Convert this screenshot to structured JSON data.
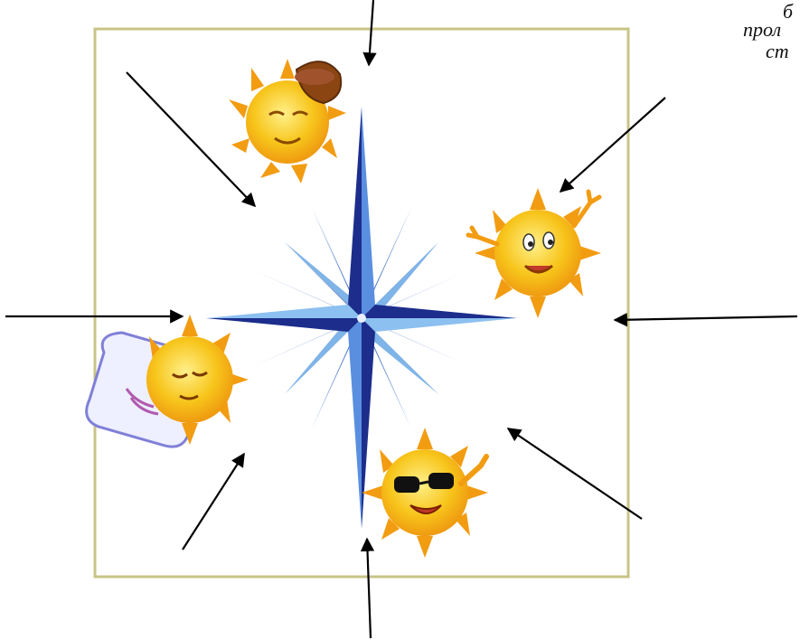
{
  "cutoff_text": {
    "line1": "б",
    "line2": "прол",
    "line3": "ст"
  },
  "colors": {
    "frame_border": "#c8c486",
    "star_dark": "#1c2d8c",
    "star_light": "#7fb4e8",
    "sun_body": "#f7c51b",
    "sun_rays": "#f29c12",
    "arrow": "#000000"
  },
  "illustration": {
    "subject": "compass-rose-with-suns",
    "suns": [
      "sun-with-hat-icon",
      "waving-sun-icon",
      "sun-with-sunglasses-icon",
      "sleeping-sun-with-pillow-icon"
    ]
  }
}
